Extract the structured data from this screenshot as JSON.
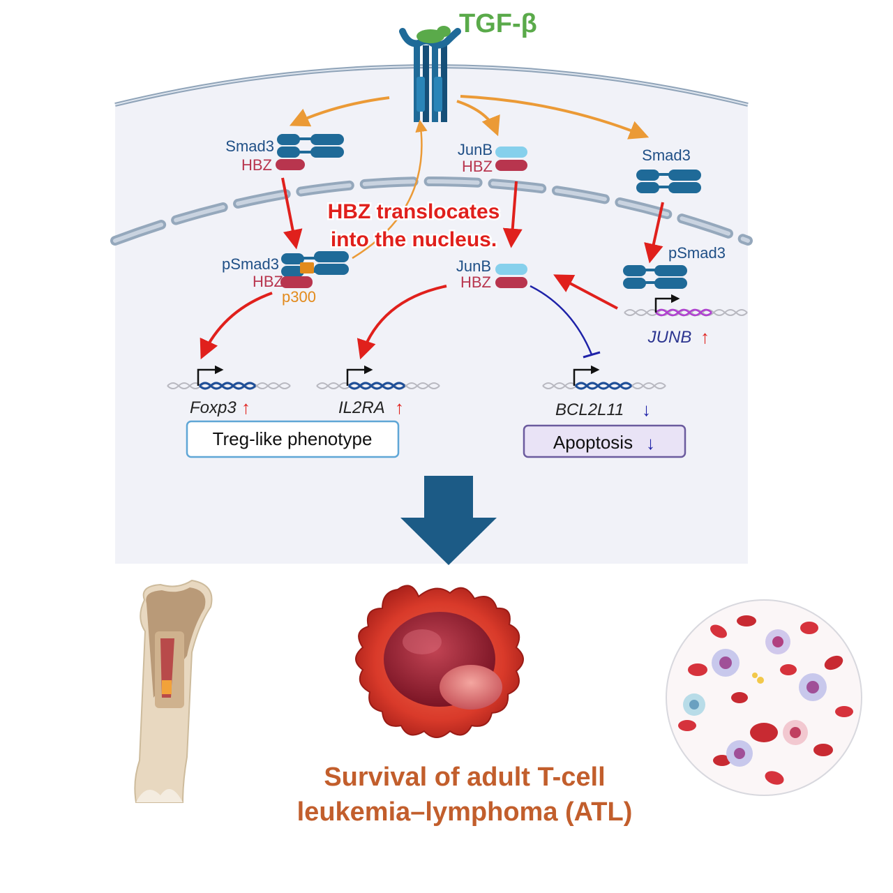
{
  "colors": {
    "smad_blue": "#1f6a98",
    "hbz_red": "#b8354e",
    "junb_cyan": "#86d0ec",
    "activate_red": "#e0201c",
    "inhibit_blue": "#1e22a8",
    "pathway_orange": "#eb9a36",
    "p300_orange": "#e28a1c",
    "ligand_green": "#5aaa4a",
    "cell_bg": "#f1f2f8",
    "membrane": "#8fa3b8",
    "treg_box": "#5fa6d6",
    "apoptosis_box": "#6b5b9e",
    "atl_title": "#c25e2c"
  },
  "ligand": {
    "label": "TGF-β"
  },
  "left_complex": {
    "smad_label": "Smad3",
    "hbz_label": "HBZ"
  },
  "middle_complex": {
    "junb_label": "JunB",
    "hbz_label": "HBZ"
  },
  "right_complex": {
    "smad_label": "Smad3"
  },
  "translocation_note": {
    "line1": "HBZ translocates",
    "line2": "into the nucleus."
  },
  "nuclear_left": {
    "psmad_label": "pSmad3",
    "hbz_label": "HBZ",
    "p300_label": "p300"
  },
  "nuclear_middle": {
    "junb_label": "JunB",
    "hbz_label": "HBZ"
  },
  "nuclear_right": {
    "psmad_label": "pSmad3",
    "gene": "JUNB",
    "arrow": "↑"
  },
  "genes": {
    "foxp3": {
      "name": "Foxp3",
      "arrow": "↑"
    },
    "il2ra": {
      "name": "IL2RA",
      "arrow": "↑"
    },
    "bcl2l11": {
      "name": "BCL2L11",
      "arrow": "↓"
    }
  },
  "phenotypes": {
    "treg": "Treg-like phenotype",
    "apoptosis": {
      "label": "Apoptosis",
      "arrow": "↓"
    }
  },
  "outcome": {
    "line1": "Survival of adult T-cell",
    "line2": "leukemia–lymphoma (ATL)"
  },
  "icons": [
    "bone-marrow-icon",
    "atl-cell-icon",
    "blood-smear-icon"
  ]
}
